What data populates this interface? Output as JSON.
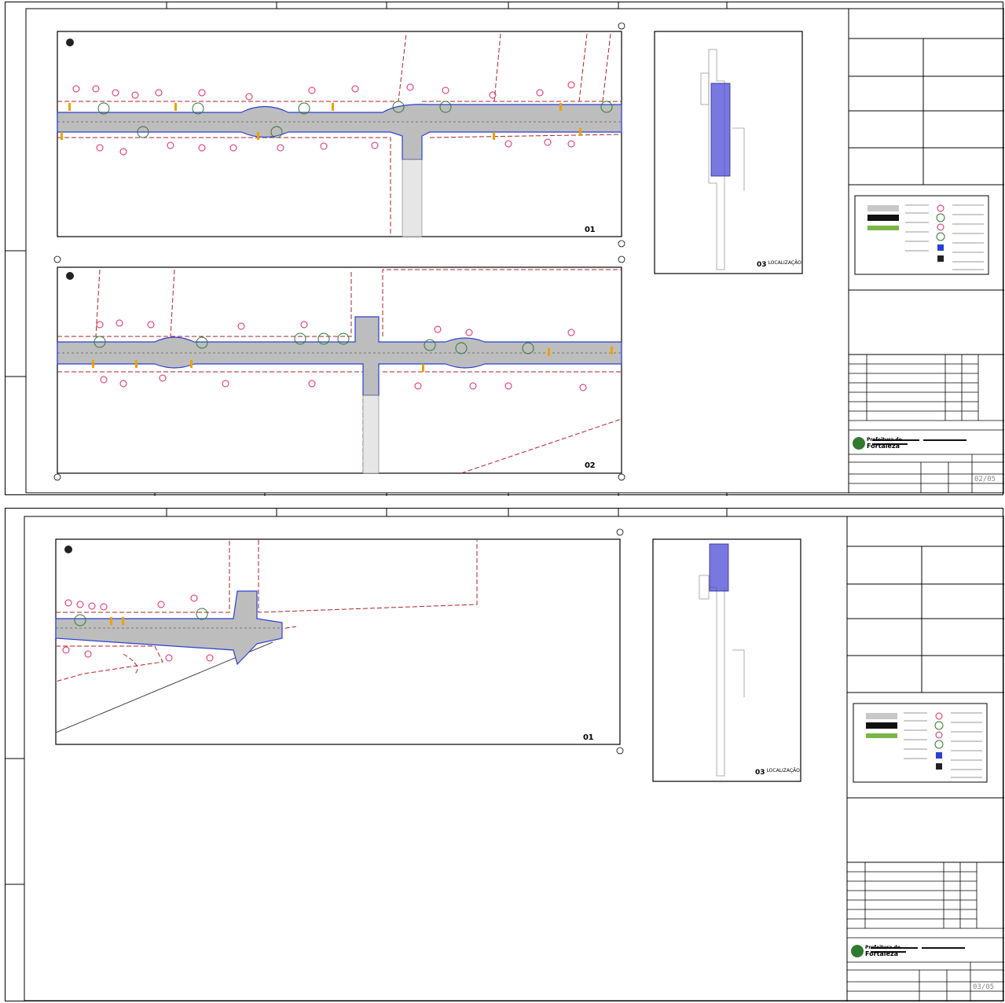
{
  "sheets": [
    {
      "id": "sheet-1",
      "plan_labels": [
        "01",
        "02"
      ],
      "location_label": {
        "number": "03",
        "text": "LOCALIZAÇÃO"
      },
      "sheet_number": "02/05",
      "organization": {
        "line1": "Prefeitura de",
        "line2": "Fortaleza"
      }
    },
    {
      "id": "sheet-2",
      "plan_labels": [
        "01"
      ],
      "location_label": {
        "number": "03",
        "text": "LOCALIZAÇÃO"
      },
      "sheet_number": "03/05",
      "organization": {
        "line1": "Prefeitura de",
        "line2": "Fortaleza"
      }
    }
  ],
  "colors": {
    "road": "#bdbdbd",
    "road_edge": "#2a3fd6",
    "tree_marker": "#e0245e",
    "lot_line": "#b22222",
    "curb_accent": "#f0a000",
    "highlight": "#4b4bd6",
    "grass": "#7ab648"
  }
}
